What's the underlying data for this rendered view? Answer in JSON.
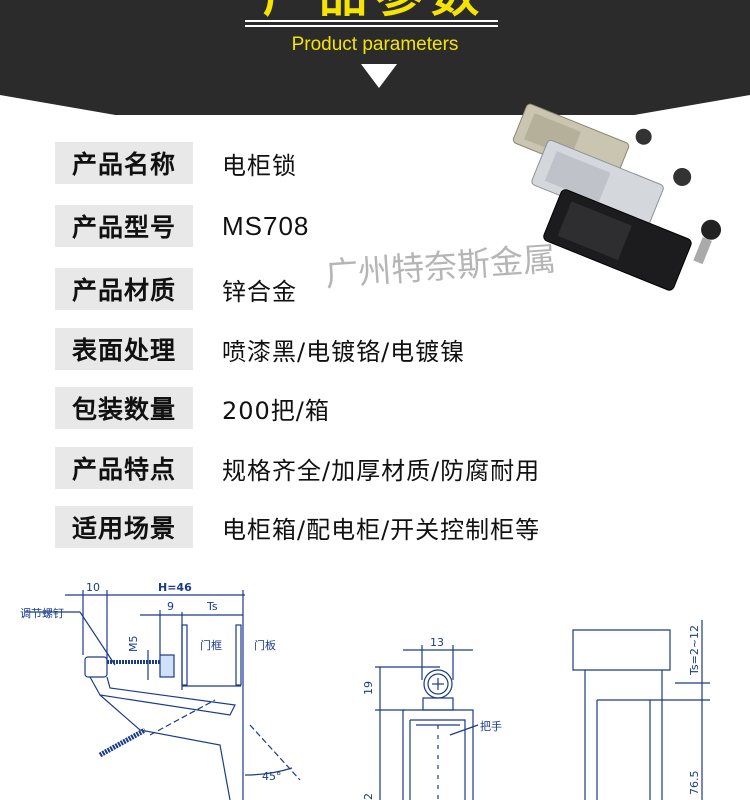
{
  "header": {
    "title": "产品参数",
    "subtitle": "Product parameters",
    "arrow_icon": "chevron-down-icon"
  },
  "specs": [
    {
      "label": "产品名称",
      "value": "电柜锁"
    },
    {
      "label": "产品型号",
      "value": "MS708"
    },
    {
      "label": "产品材质",
      "value": "锌合金"
    },
    {
      "label": "表面处理",
      "value": "喷漆黑/电镀铬/电镀镍"
    },
    {
      "label": "包装数量",
      "value": "200把/箱"
    },
    {
      "label": "产品特点",
      "value": "规格齐全/加厚材质/防腐耐用"
    },
    {
      "label": "适用场景",
      "value": "电柜箱/配电柜/开关控制柜等"
    }
  ],
  "watermark": "广州特奈斯金属",
  "drawing": {
    "dim_10": "10",
    "dim_h": "H=46",
    "dim_9": "9",
    "dim_ts": "Ts",
    "dim_m5": "M5",
    "label_screw": "调节螺钉",
    "label_frame": "门框",
    "label_panel": "门板",
    "angle": "45°",
    "dim_13": "13",
    "dim_19": "19",
    "label_handle": "把手",
    "dim_ts_range": "Ts=2~12",
    "dim_76_5": "76.5",
    "dim_2": "2"
  },
  "colors": {
    "banner": "#2b2b2b",
    "accent": "#f5e400",
    "drawing": "#1a3a8a",
    "label_bg": "#e8e8e8"
  }
}
